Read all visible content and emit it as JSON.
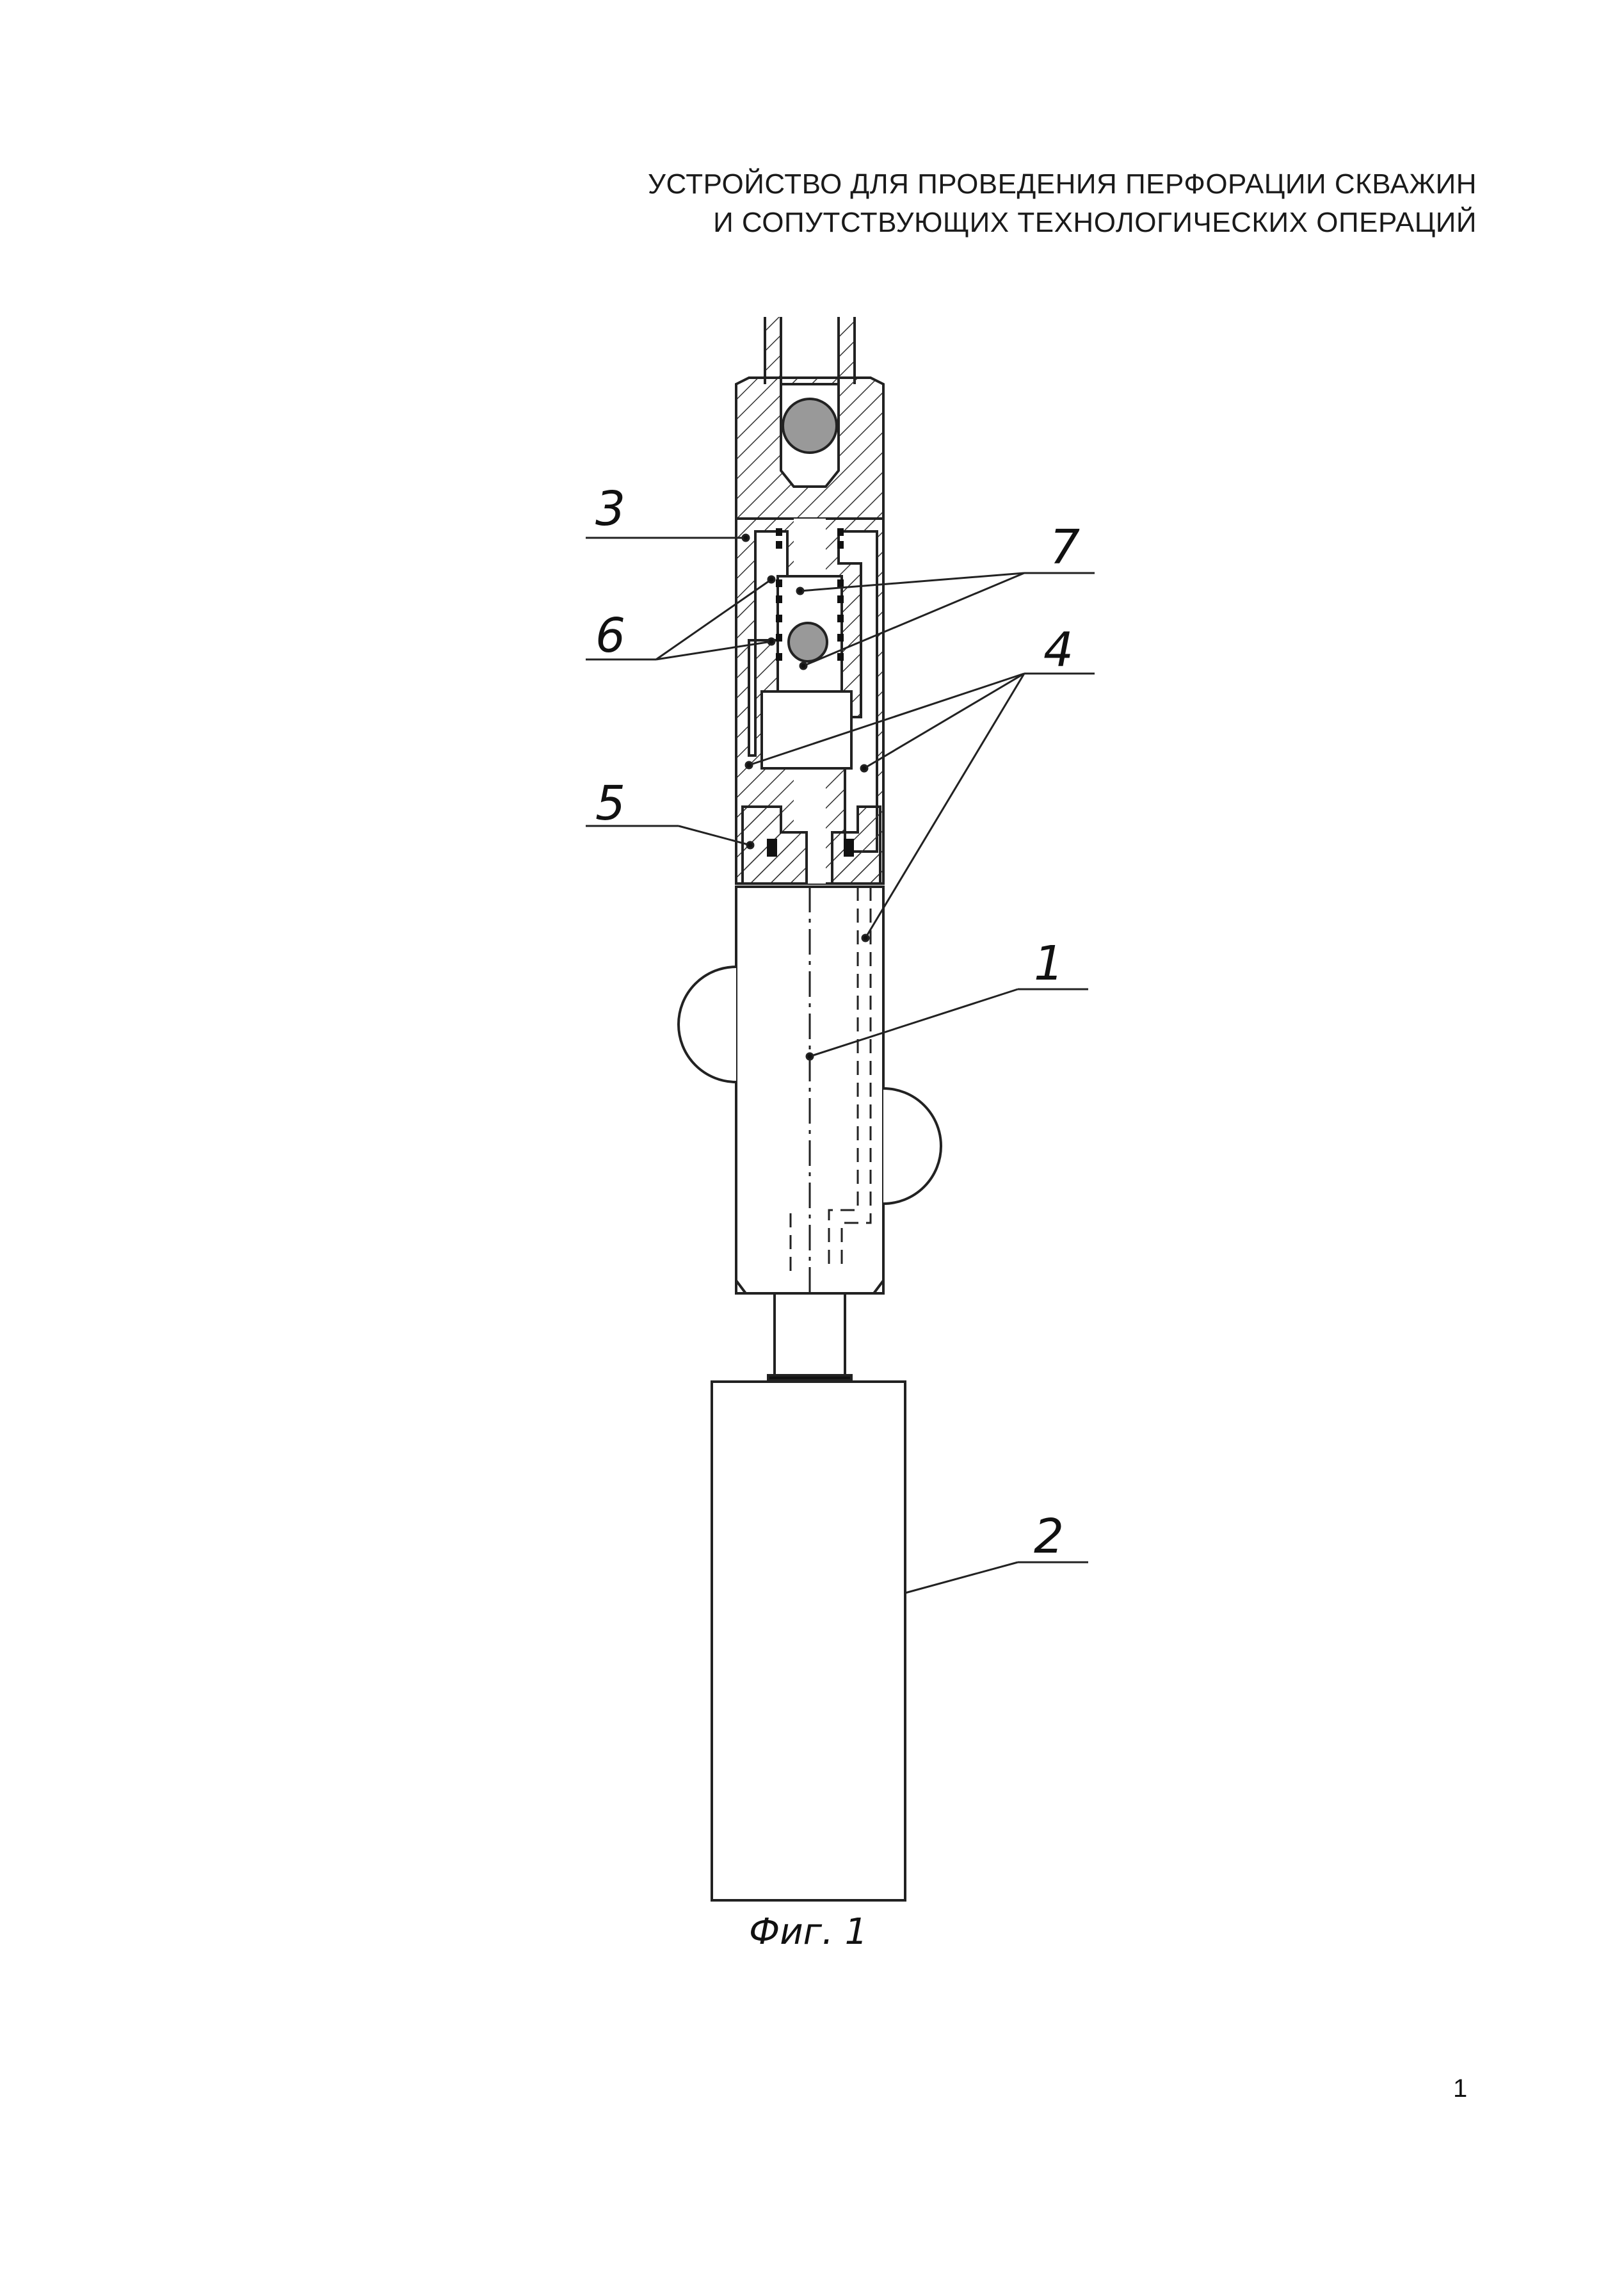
{
  "title": {
    "line1": "УСТРОЙСТВО ДЛЯ ПРОВЕДЕНИЯ ПЕРФОРАЦИИ СКВАЖИН",
    "line2": "И СОПУТСТВУЮЩИХ ТЕХНОЛОГИЧЕСКИХ ОПЕРАЦИЙ"
  },
  "callouts": {
    "c1": "1",
    "c2": "2",
    "c3": "3",
    "c4": "4",
    "c5": "5",
    "c6": "6",
    "c7": "7"
  },
  "caption": "Фиг. 1",
  "page_number": "1"
}
